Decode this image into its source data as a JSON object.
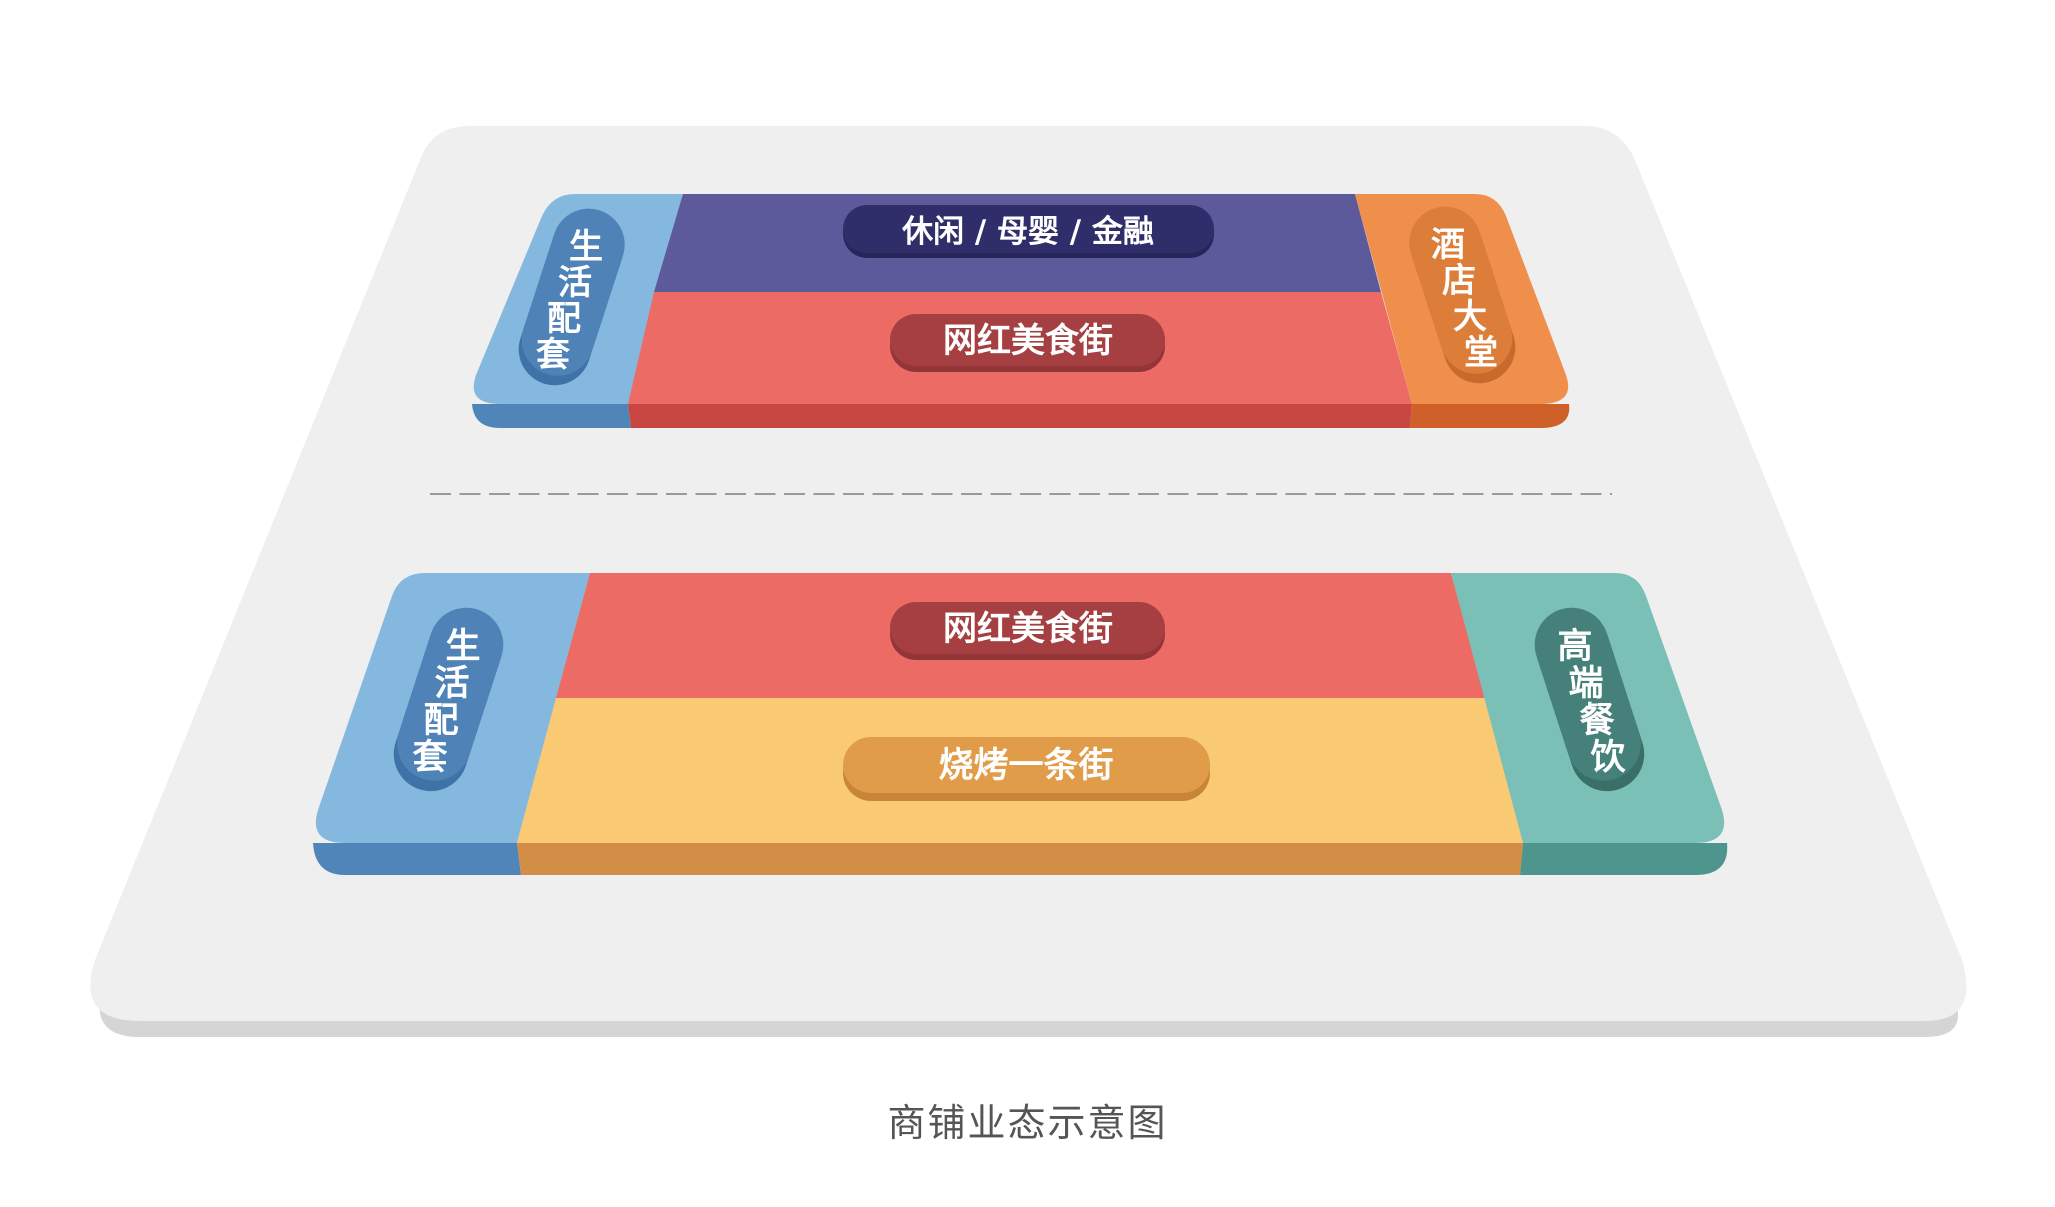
{
  "title": "商铺业态示意图",
  "colors": {
    "background": "#ffffff",
    "platform_top": "#efefef",
    "platform_side": "#d5d5d5",
    "divider": "#9a9a9a",
    "blue_top": "#84b8de",
    "blue_side": "#5085b9",
    "blue_pill": "#4f83b8",
    "purple_top": "#5d5a9c",
    "purple_pill": "#2f2e6a",
    "red_top": "#ec6b64",
    "red_side": "#c94743",
    "red_pill": "#a63f42",
    "orange_top": "#f08e4b",
    "orange_side": "#d0602a",
    "orange_pill": "#dc7e3a",
    "yellow_top": "#f9c974",
    "yellow_side": "#d28d47",
    "yellow_pill": "#e09c48",
    "teal_top": "#7ac0b6",
    "teal_side": "#4e958d",
    "teal_pill": "#45817a",
    "caption": "#555555"
  },
  "upper_block": {
    "left_zone": {
      "label": "生活配套",
      "chars": [
        "生",
        "活",
        "配",
        "套"
      ],
      "color": "blue"
    },
    "top_zone": {
      "label": "休闲 / 母婴 / 金融",
      "color": "purple"
    },
    "middle_zone": {
      "label": "网红美食街",
      "color": "red"
    },
    "right_zone": {
      "label": "酒店大堂",
      "chars": [
        "酒",
        "店",
        "大",
        "堂"
      ],
      "color": "orange"
    }
  },
  "lower_block": {
    "left_zone": {
      "label": "生活配套",
      "chars": [
        "生",
        "活",
        "配",
        "套"
      ],
      "color": "blue"
    },
    "top_zone": {
      "label": "网红美食街",
      "color": "red"
    },
    "bottom_zone": {
      "label": "烧烤一条街",
      "color": "yellow"
    },
    "right_zone": {
      "label": "高端餐饮",
      "chars": [
        "高",
        "端",
        "餐",
        "饮"
      ],
      "color": "teal"
    }
  },
  "divider": {
    "style": "dashed"
  }
}
